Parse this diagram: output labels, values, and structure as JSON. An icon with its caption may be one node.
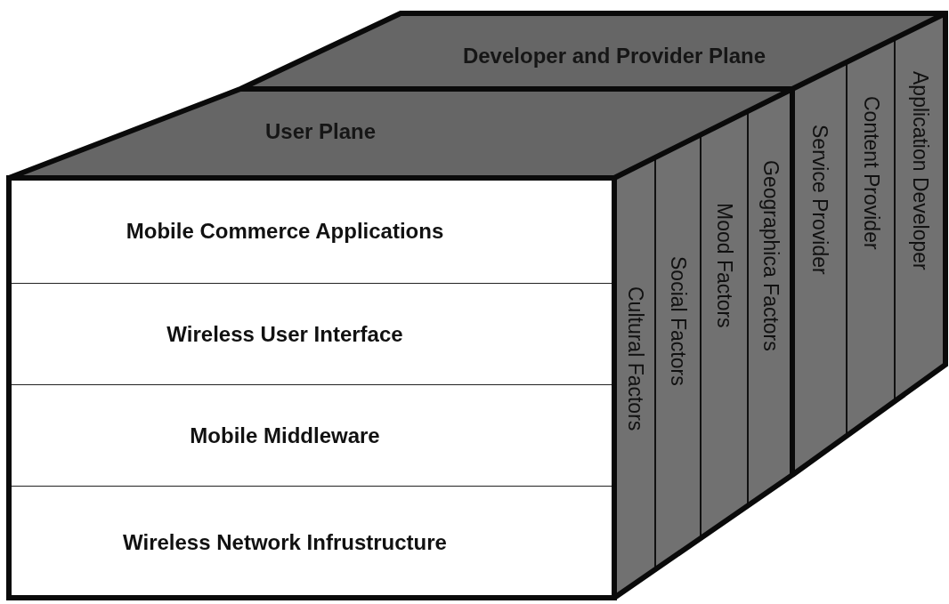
{
  "diagram": {
    "nodes": [
      {
        "text": [
          "Developer and Provider Plane"
        ]
      },
      {
        "text": [
          "User Plane"
        ]
      },
      {
        "text": [
          "Mobile Commerce Applications"
        ]
      },
      {
        "text": [
          "Wireless User Interface"
        ]
      },
      {
        "text": [
          "Mobile Middleware"
        ]
      },
      {
        "text": [
          "Wireless Network Infrustructure"
        ]
      },
      {
        "text": [
          "Cultural Factors"
        ]
      },
      {
        "text": [
          "Social Factors"
        ]
      },
      {
        "text": [
          "Mood Factors"
        ]
      },
      {
        "text": [
          "Geographica Factors"
        ]
      },
      {
        "text": [
          "Service Provider"
        ]
      },
      {
        "text": [
          "Content Provider"
        ]
      },
      {
        "text": [
          "Application Developer"
        ]
      }
    ]
  }
}
